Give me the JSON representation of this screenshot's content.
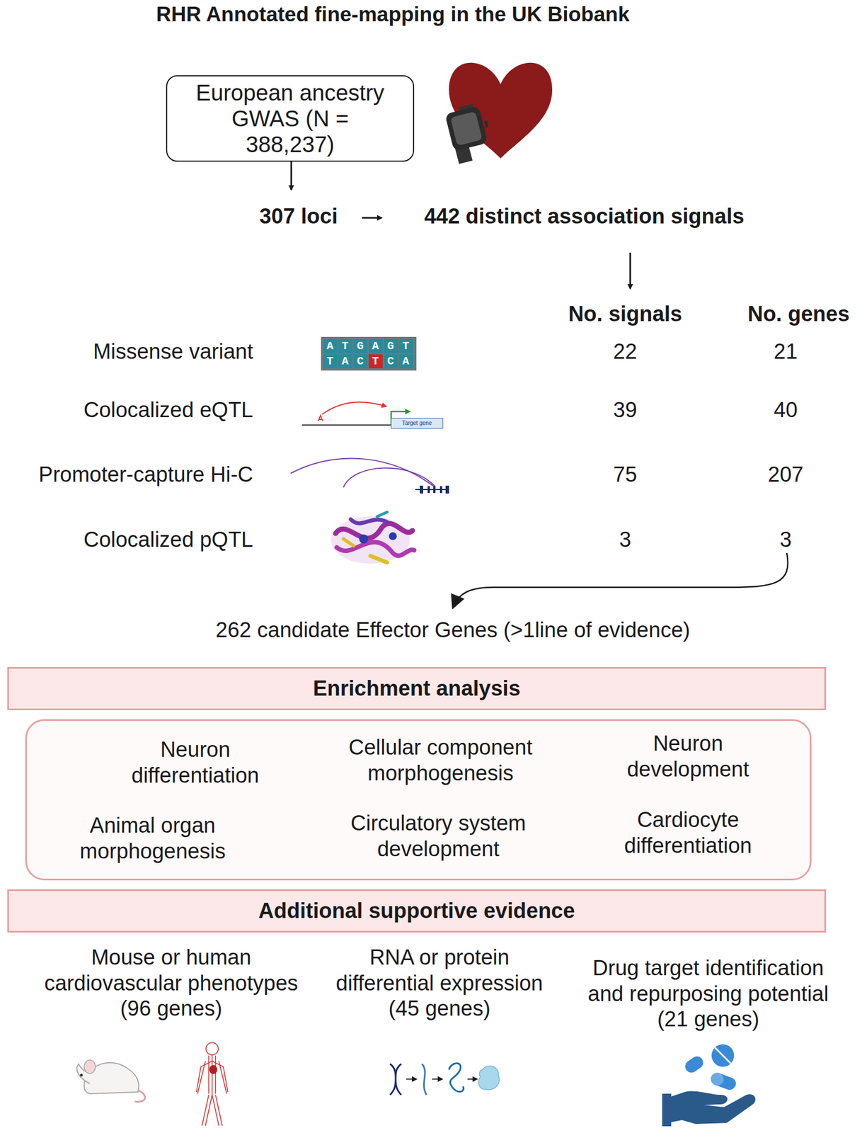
{
  "diagram": {
    "title": "RHR Annotated fine-mapping in the UK Biobank",
    "nodes": [
      {
        "text": [
          "European ancestry GWAS (N = 388,237)"
        ]
      },
      {
        "text": [
          "Enrichment analysis"
        ]
      },
      {
        "text": [
          "Neuron differentiation",
          "Cellular component morphogenesis",
          "Neuron development",
          "Animal organ morphogenesis",
          "Circulatory system development",
          "Cardiocyte differentiation"
        ]
      },
      {
        "text": [
          "Additional supportive evidence"
        ]
      }
    ],
    "labels": [
      "307 loci",
      "442 distinct association signals",
      "No. signals",
      "No. genes",
      "Missense variant",
      "22",
      "21",
      "Colocalized eQTL",
      "39",
      "40",
      "Promoter-capture Hi-C",
      "75",
      "207",
      "Colocalized pQTL",
      "3",
      "3",
      "ATGAGT",
      "TACTCA",
      "Target gene",
      "262 candidate Effector Genes (>1line of evidence)",
      "Mouse or human cardiovascular phenotypes (96 genes)",
      "RNA or protein differential expression (45 genes)",
      "Drug target identification and repurposing potential (21 genes)"
    ]
  }
}
